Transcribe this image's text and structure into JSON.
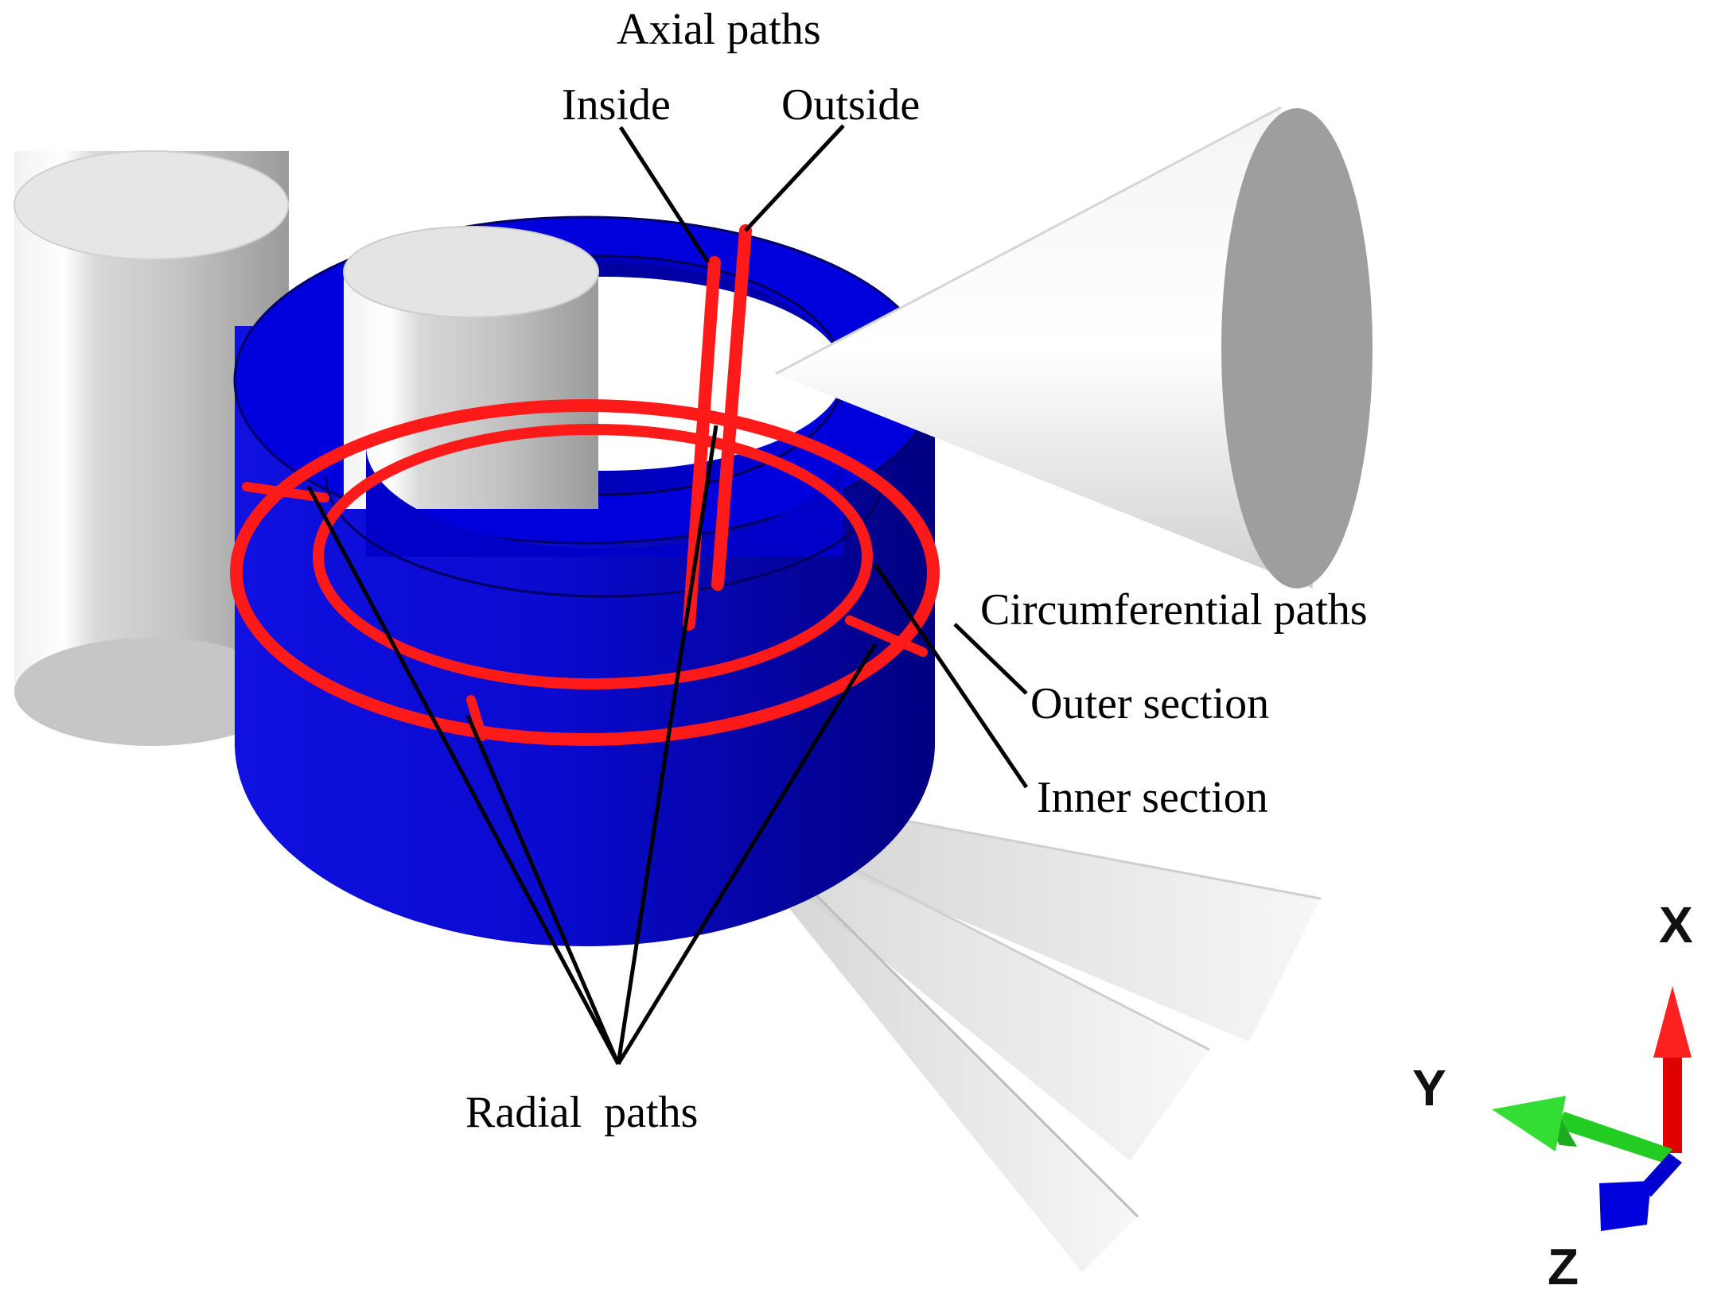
{
  "labels": {
    "axial_paths": "Axial paths",
    "inside": "Inside",
    "outside": "Outside",
    "circumferential_paths": "Circumferential paths",
    "outer_section": "Outer section",
    "inner_section": "Inner section",
    "radial_paths": "Radial  paths"
  },
  "axes": {
    "x": "X",
    "y": "Y",
    "z": "Z"
  },
  "colors": {
    "ring": "#0a0ad8",
    "paths": "#ff1a1a",
    "x_axis": "#e00000",
    "y_axis": "#22cc22",
    "z_axis": "#0000cc",
    "gray_light": "#e8e8e8",
    "gray_dark": "#9a9a9a"
  }
}
